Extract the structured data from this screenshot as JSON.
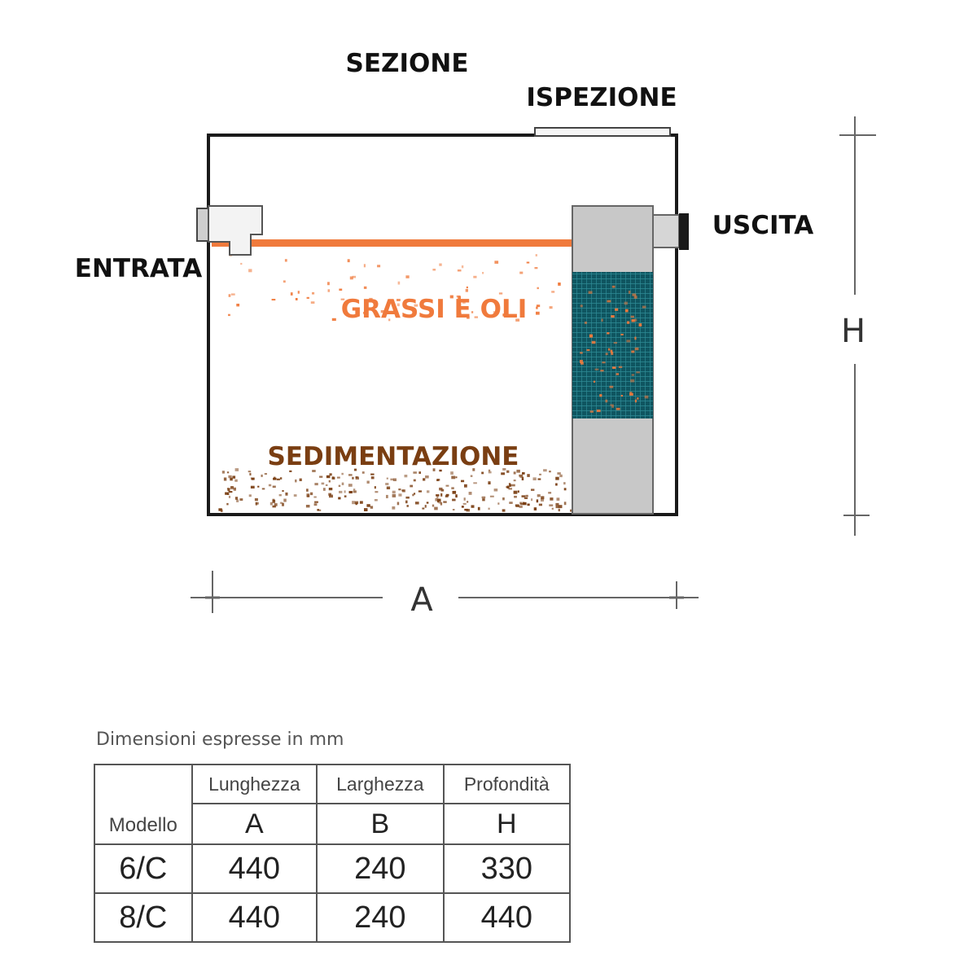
{
  "diagram": {
    "labels": {
      "section": "SEZIONE",
      "inspection": "ISPEZIONE",
      "inlet": "ENTRATA",
      "outlet": "USCITA",
      "grease": "GRASSI E OLI",
      "sediment": "SEDIMENTAZIONE"
    },
    "dimensions": {
      "width_letter": "A",
      "height_letter": "H"
    },
    "colors": {
      "grease": "#f07a3c",
      "sediment": "#7a3e12",
      "filter": "#1d6f78",
      "outline": "#1a1a1a",
      "dimension_line": "#666666"
    }
  },
  "table": {
    "caption": "Dimensioni espresse in mm",
    "header_model": "Modello",
    "columns": [
      {
        "name": "Lunghezza",
        "letter": "A"
      },
      {
        "name": "Larghezza",
        "letter": "B"
      },
      {
        "name": "Profondità",
        "letter": "H"
      }
    ],
    "rows": [
      {
        "model": "6/C",
        "values": [
          "440",
          "240",
          "330"
        ]
      },
      {
        "model": "8/C",
        "values": [
          "440",
          "240",
          "440"
        ]
      }
    ]
  }
}
